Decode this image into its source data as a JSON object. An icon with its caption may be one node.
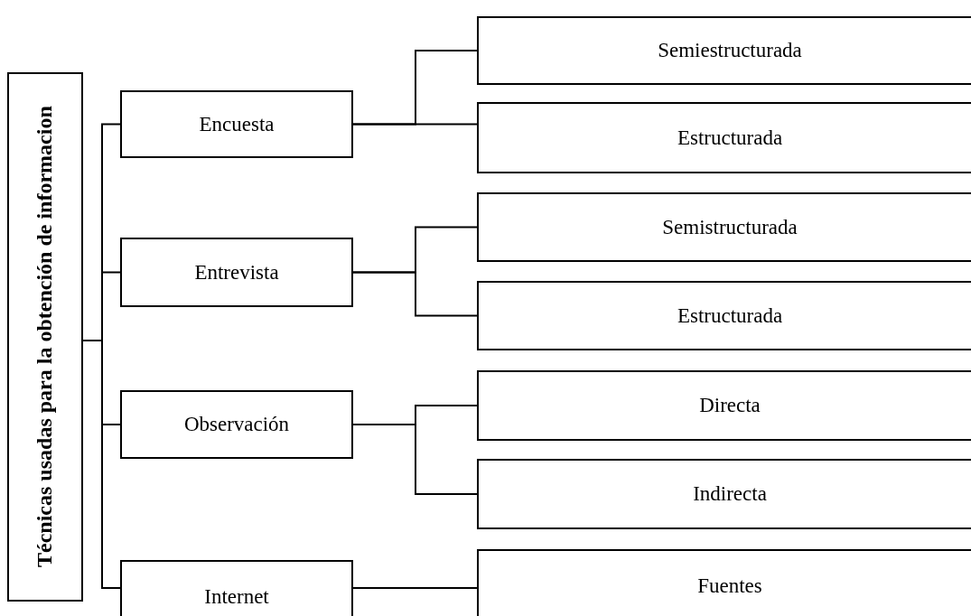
{
  "diagram": {
    "nodes": [
      {
        "text": [
          "Técnicas usadas para la obtención de informacion"
        ]
      },
      {
        "text": [
          "Encuesta"
        ]
      },
      {
        "text": [
          "Semiestructurada"
        ]
      },
      {
        "text": [
          "Estructurada"
        ]
      },
      {
        "text": [
          "Entrevista"
        ]
      },
      {
        "text": [
          "Semistructurada"
        ]
      },
      {
        "text": [
          "Estructurada"
        ]
      },
      {
        "text": [
          "Observación"
        ]
      },
      {
        "text": [
          "Directa"
        ]
      },
      {
        "text": [
          "Indirecta"
        ]
      },
      {
        "text": [
          "Internet"
        ]
      },
      {
        "text": [
          "Fuentes"
        ]
      }
    ],
    "edges": [
      {
        "from": 0,
        "to": 1,
        "arrow": "none"
      },
      {
        "from": 0,
        "to": 4,
        "arrow": "none"
      },
      {
        "from": 0,
        "to": 7,
        "arrow": "none"
      },
      {
        "from": 0,
        "to": 10,
        "arrow": "none"
      },
      {
        "from": 1,
        "to": 2,
        "arrow": "none"
      },
      {
        "from": 1,
        "to": 3,
        "arrow": "none"
      },
      {
        "from": 4,
        "to": 5,
        "arrow": "none"
      },
      {
        "from": 4,
        "to": 6,
        "arrow": "none"
      },
      {
        "from": 7,
        "to": 8,
        "arrow": "none"
      },
      {
        "from": 7,
        "to": 9,
        "arrow": "none"
      },
      {
        "from": 10,
        "to": 11,
        "arrow": "none"
      }
    ]
  }
}
